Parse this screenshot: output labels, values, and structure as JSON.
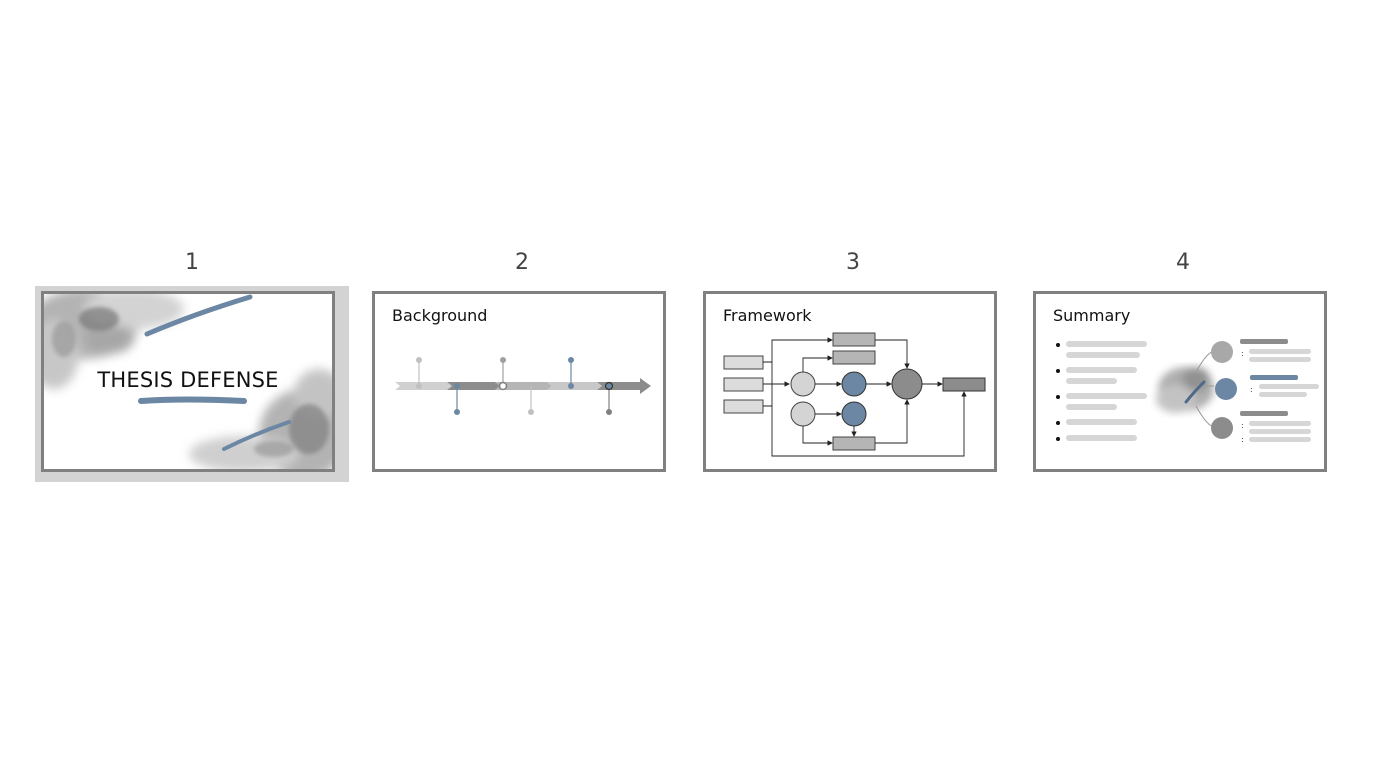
{
  "slides": [
    {
      "number": "1",
      "title": "THESIS DEFENSE",
      "selected": true
    },
    {
      "number": "2",
      "title": "Background",
      "selected": false
    },
    {
      "number": "3",
      "title": "Framework",
      "selected": false
    },
    {
      "number": "4",
      "title": "Summary",
      "selected": false
    }
  ],
  "colors": {
    "accent_blue": "#6c87a3",
    "border_gray": "#808080",
    "selection_gray": "#d3d3d3",
    "placeholder_gray": "#d6d6d6",
    "dark_gray": "#8c8c8c"
  }
}
